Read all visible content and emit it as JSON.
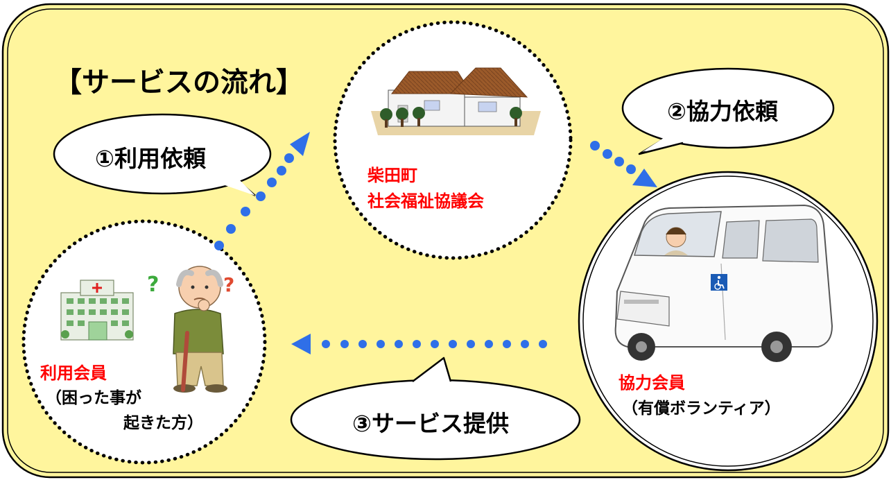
{
  "title": "【サービスの流れ】",
  "steps": {
    "step1": "①利用依頼",
    "step2": "②協力依頼",
    "step3": "③サービス提供"
  },
  "council": {
    "line1": "柴田町",
    "line2": "社会福祉協議会"
  },
  "user_member": {
    "label": "利用会員",
    "desc1": "（困った事が",
    "desc2": "起きた方）"
  },
  "cooperating_member": {
    "label": "協力会員",
    "desc": "（有償ボランティア）"
  },
  "colors": {
    "background": "#fff59d",
    "arrow": "#2f6fe8",
    "accent_text": "#ff0000",
    "frame": "#000000"
  },
  "icons": [
    "house-icon",
    "hospital-icon",
    "elderly-man-icon",
    "question-mark-icon",
    "wheelchair-van-icon",
    "driver-icon",
    "wheelchair-symbol-icon"
  ]
}
